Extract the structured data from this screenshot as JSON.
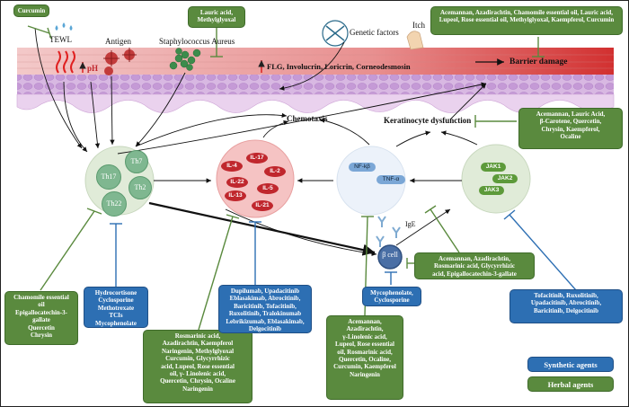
{
  "labels": {
    "tewl": "TEWL",
    "antigen": "Antigen",
    "staph": "Staphylococcus Aureus",
    "genetic": "Genetic factors",
    "itch": "Itch",
    "ph": "pH",
    "flg": "FLG, Involucrin, Loricrin, Corneodesmosin",
    "barrier": "Barrier damage",
    "chemotaxis": "Chemotaxis",
    "keratinocyte": "Keratinocyte dysfunction",
    "ige": "IgE",
    "bcell": "β cell"
  },
  "th_cells": [
    "Th7",
    "Th17",
    "Th2",
    "Th22"
  ],
  "cytokines": [
    "IL-17",
    "IL-4",
    "IL-2",
    "IL-22",
    "IL-5",
    "IL-13",
    "IL-21"
  ],
  "nf_labels": [
    "NF-kβ",
    "TNF-α"
  ],
  "jak_labels": [
    "JAK1",
    "JAK2",
    "JAK3"
  ],
  "herbal_boxes": {
    "curcumin": "Curcumin",
    "lauric": "Lauric acid,\nMethylglyoxal",
    "top_right": "Acemannan, Azadirachtin, Chamomile essential oil, Lauric acid,\nLupeol, Rose essential oil, Methylglyoxal, Kaempferol, Curcumin",
    "keratinocyte": "Acemannan, Lauric Acid,\nβ-Carotene, Quercetin,\nChrysin, Kaempferol,\nOcaline",
    "th": "Chamomile essential\noil\nEpigallocatechin-3-\ngallate\nQuercetin\nChrysin",
    "il": "Rosmarinic acid,\nAzadirachtin, Kaempferol\nNaringenin, Methylglyoxal\nCurcumin, Glycyrrhizic\nacid, Lupeol, Rose essential\noil, γ- Linolenic acid,\nQuercetin, Chrysin, Ocaline\nNaringenin",
    "nf": "Acemannan,\nAzadirachtin,\nγ-Linolenic acid,\nLupeol, Rose essential\noil, Rosmarinic acid,\nQuercetin, Ocaline,\nCurcumin, Kaempferol\nNaringenin",
    "bcell": "Acemannan, Azadirachtin,\nRosmarinic acid, Glycyrrhizic\nacid, Epigallocatechin-3-gallate"
  },
  "synthetic_boxes": {
    "th": "Hydrocortisone\nCyclosporine\nMethotrexate\nTCIs\nMycophenolate",
    "il": "Dupilumab, Upadacitinib\nEblasakimab, Abrocitinib,\nBaricitinib, Tofacitinib,\nRuxolitinib, Tralokinumab\nLebrikizumab, Eblasakimab,\nDelgocitinib",
    "bcell": "Mycophenolate,\nCyclosporine",
    "jak": "Tofacitinib, Ruxolitinib,\nUpadacitinib, Abrocitinib,\nBaricitinib, Delgocitinib"
  },
  "legend": {
    "synthetic": "Synthetic agents",
    "herbal": "Herbal agents"
  },
  "colors": {
    "herbal": "#5a8a3e",
    "synthetic": "#2d6fb3",
    "cytokine": "#c0272d",
    "inhibit_line_herbal": "#5a8a3e",
    "inhibit_line_synthetic": "#2d6fb3"
  }
}
